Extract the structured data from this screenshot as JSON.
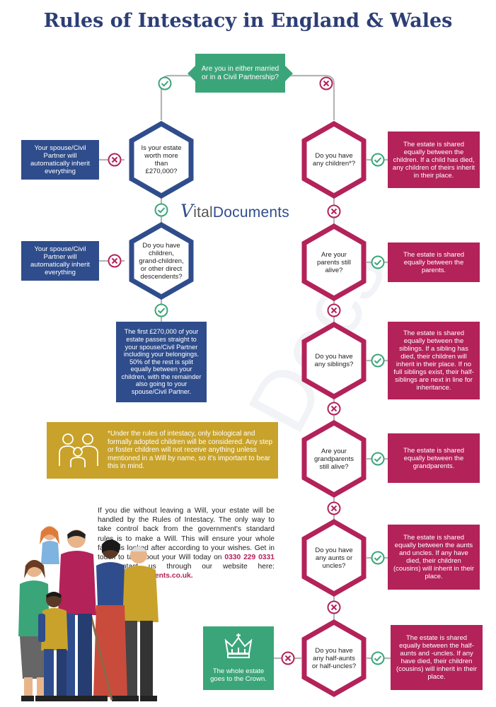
{
  "title": "Rules of Intestacy in England & Wales",
  "logo": {
    "letter": "V",
    "part1": "ital",
    "part2": "Documents"
  },
  "question_top": "Are you in either married or in a Civil Partnership?",
  "left_questions": {
    "estate_worth": "Is your estate worth more than £270,000?",
    "descendants": "Do you have children, grand-children, or other direct descendents?"
  },
  "left_outcomes": {
    "spouse_inherit_1": "Your spouse/Civil Partner will automatically inherit everything",
    "spouse_inherit_2": "Your spouse/Civil Partner will automatically inherit everything",
    "split": "The first £270,000 of your estate passes straight to your spouse/Civil Partner including your belongings. 50% of the rest is split equally between your children, with the remainder also going to your spouse/Civil Partner."
  },
  "right_questions": [
    "Do you have any children*?",
    "Are your parents still alive?",
    "Do you have any siblings?",
    "Are your grandparents still alive?",
    "Do you have any aunts or uncles?",
    "Do you have any half-aunts or half-uncles?"
  ],
  "right_outcomes": [
    "The estate is shared equally between the children. If a child has died, any children of theirs inherit in their place.",
    "The estate is shared equally between the parents.",
    "The estate is shared equally between the siblings. If a sibling has died, their children will inherit in their place. If no full siblings exist, their half-siblings are next in line for inheritance.",
    "The estate is shared equally between the grandparents.",
    "The estate is shared equally between the aunts and uncles. If any have died, their children (cousins) will inherit in their place.",
    "The estate is shared equally between the half-aunts and -uncles. If any have died, their children (cousins) will inherit in their place."
  ],
  "crown_outcome": "The whole estate goes to the Crown.",
  "note": "*Under the rules of intestacy, only biological and formally adopted children will be considered. Any step or foster children will not receive anything unless mentioned in a Will by name, so it's important to bear this in mind.",
  "paragraph": {
    "text": "If you die without leaving a Will, your estate will be handled by the Rules of Intestacy. The only way to take control back from the government's standard rules is to make a Will. This will ensure your whole family is looked after according to your wishes. Get in touch to talk about your Will today on",
    "phone": "0330 229 0331",
    "middle": "or contact us through our website here:",
    "website": "www.vitaldocuments.co.uk."
  },
  "colors": {
    "blue": "#2f4d8c",
    "red": "#b32259",
    "green": "#3ba57a",
    "gold": "#c8a22a",
    "title": "#2c3e75"
  }
}
